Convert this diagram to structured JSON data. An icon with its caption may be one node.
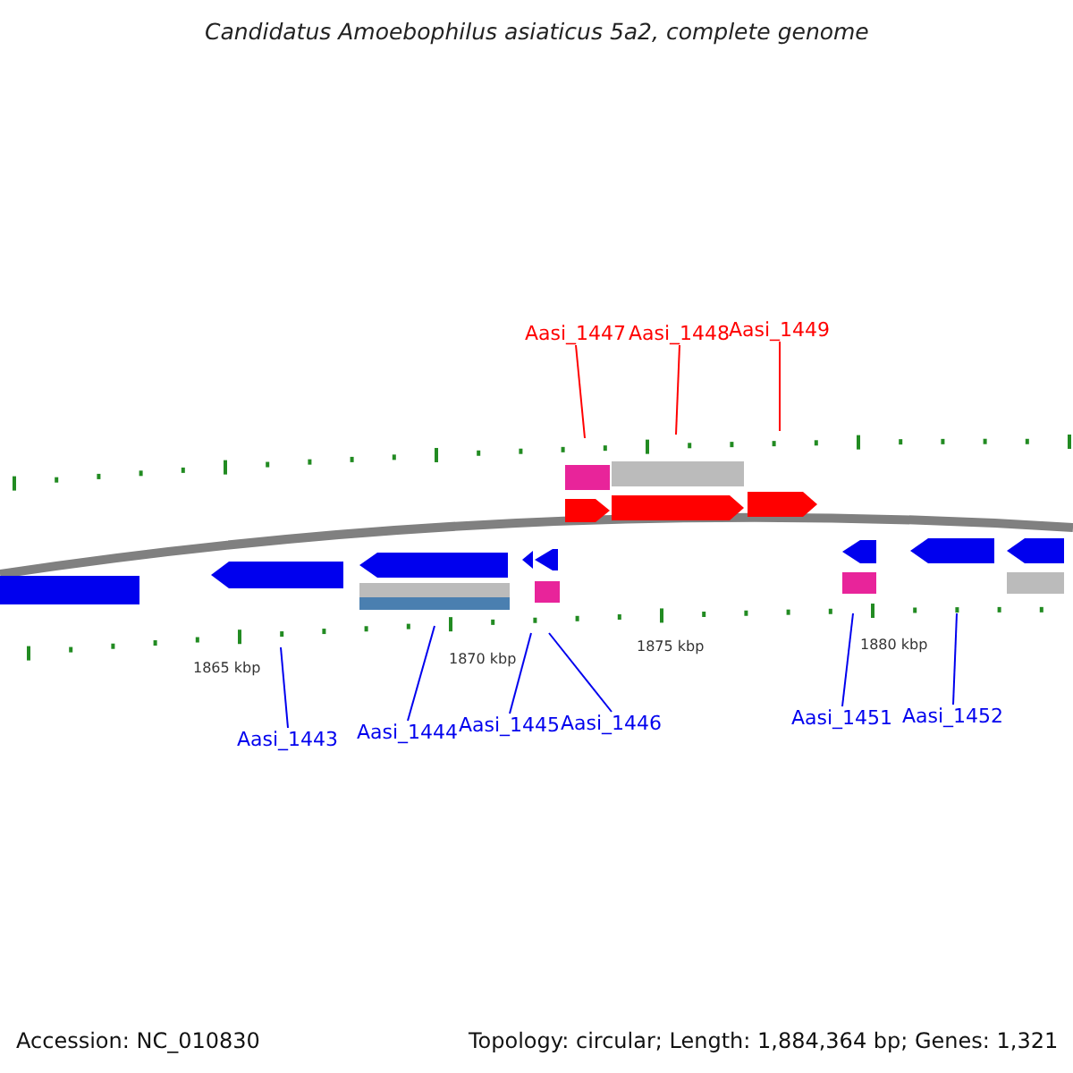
{
  "diagram": {
    "title": "Candidatus Amoebophilus asiaticus 5a2, complete genome",
    "nodes": [
      {
        "text": [
          "Aasi_1447"
        ]
      },
      {
        "text": [
          "Aasi_1448"
        ]
      },
      {
        "text": [
          "Aasi_1449"
        ]
      },
      {
        "text": [
          "Aasi_1443"
        ]
      },
      {
        "text": [
          "Aasi_1444"
        ]
      },
      {
        "text": [
          "Aasi_1445"
        ]
      },
      {
        "text": [
          "Aasi_1446"
        ]
      },
      {
        "text": [
          "Aasi_1451"
        ]
      },
      {
        "text": [
          "Aasi_1452"
        ]
      }
    ],
    "edges": [
      {
        "from": 0,
        "to": null,
        "arrow": "none",
        "color": "#ff0000"
      },
      {
        "from": 1,
        "to": null,
        "arrow": "none",
        "color": "#ff0000"
      },
      {
        "from": 2,
        "to": null,
        "arrow": "none",
        "color": "#ff0000"
      },
      {
        "from": 3,
        "to": null,
        "arrow": "none"
      },
      {
        "from": 4,
        "to": null,
        "arrow": "none"
      },
      {
        "from": 5,
        "to": null,
        "arrow": "none"
      },
      {
        "from": 6,
        "to": null,
        "arrow": "none"
      },
      {
        "from": 7,
        "to": null,
        "arrow": "none"
      },
      {
        "from": 8,
        "to": null,
        "arrow": "none"
      }
    ],
    "labels": [
      "1865 kbp",
      "1870 kbp",
      "1875 kbp",
      "1880 kbp",
      "Accession: NC_010830",
      "Topology: circular; Length: 1,884,364 bp; Genes: 1,321"
    ]
  }
}
